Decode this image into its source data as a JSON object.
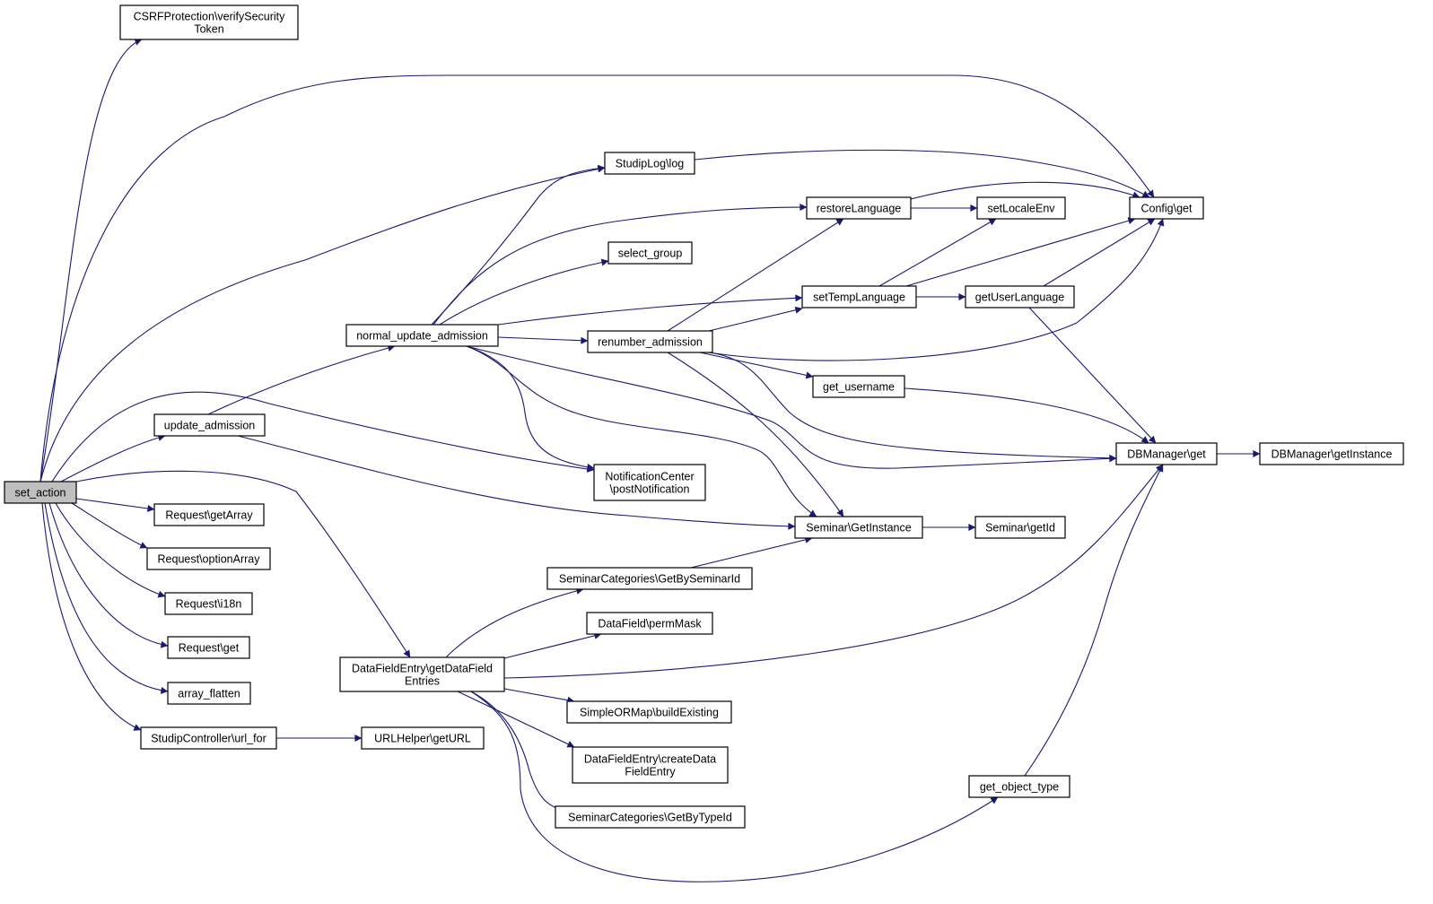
{
  "graph": {
    "nodes": [
      {
        "id": "set_action",
        "lines": [
          "set_action"
        ],
        "root": true
      },
      {
        "id": "csrf",
        "lines": [
          "CSRFProtection\\verifySecurity",
          "Token"
        ]
      },
      {
        "id": "config_get",
        "lines": [
          "Config\\get"
        ]
      },
      {
        "id": "studiplog",
        "lines": [
          "StudipLog\\log"
        ]
      },
      {
        "id": "restoreLanguage",
        "lines": [
          "restoreLanguage"
        ]
      },
      {
        "id": "setLocaleEnv",
        "lines": [
          "setLocaleEnv"
        ]
      },
      {
        "id": "select_group",
        "lines": [
          "select_group"
        ]
      },
      {
        "id": "setTempLanguage",
        "lines": [
          "setTempLanguage"
        ]
      },
      {
        "id": "getUserLanguage",
        "lines": [
          "getUserLanguage"
        ]
      },
      {
        "id": "normal_update",
        "lines": [
          "normal_update_admission"
        ]
      },
      {
        "id": "renumber",
        "lines": [
          "renumber_admission"
        ]
      },
      {
        "id": "get_username",
        "lines": [
          "get_username"
        ]
      },
      {
        "id": "update_admission",
        "lines": [
          "update_admission"
        ]
      },
      {
        "id": "dbm_get",
        "lines": [
          "DBManager\\get"
        ]
      },
      {
        "id": "dbm_getInstance",
        "lines": [
          "DBManager\\getInstance"
        ]
      },
      {
        "id": "notification",
        "lines": [
          "NotificationCenter",
          "\\postNotification"
        ]
      },
      {
        "id": "req_getArray",
        "lines": [
          "Request\\getArray"
        ]
      },
      {
        "id": "seminar_getInstance",
        "lines": [
          "Seminar\\GetInstance"
        ]
      },
      {
        "id": "seminar_getId",
        "lines": [
          "Seminar\\getId"
        ]
      },
      {
        "id": "req_optionArray",
        "lines": [
          "Request\\optionArray"
        ]
      },
      {
        "id": "semcat_bySem",
        "lines": [
          "SeminarCategories\\GetBySeminarId"
        ]
      },
      {
        "id": "req_i18n",
        "lines": [
          "Request\\i18n"
        ]
      },
      {
        "id": "datafield_perm",
        "lines": [
          "DataField\\permMask"
        ]
      },
      {
        "id": "req_get",
        "lines": [
          "Request\\get"
        ]
      },
      {
        "id": "dfe_get",
        "lines": [
          "DataFieldEntry\\getDataField",
          "Entries"
        ]
      },
      {
        "id": "array_flatten",
        "lines": [
          "array_flatten"
        ]
      },
      {
        "id": "sorm_build",
        "lines": [
          "SimpleORMap\\buildExisting"
        ]
      },
      {
        "id": "url_for",
        "lines": [
          "StudipController\\url_for"
        ]
      },
      {
        "id": "urlhelper",
        "lines": [
          "URLHelper\\getURL"
        ]
      },
      {
        "id": "dfe_create",
        "lines": [
          "DataFieldEntry\\createData",
          "FieldEntry"
        ]
      },
      {
        "id": "get_object_type",
        "lines": [
          "get_object_type"
        ]
      },
      {
        "id": "semcat_byType",
        "lines": [
          "SeminarCategories\\GetByTypeId"
        ]
      }
    ],
    "edges": [
      [
        "set_action",
        "csrf"
      ],
      [
        "set_action",
        "config_get"
      ],
      [
        "set_action",
        "studiplog"
      ],
      [
        "set_action",
        "update_admission"
      ],
      [
        "set_action",
        "notification"
      ],
      [
        "set_action",
        "req_getArray"
      ],
      [
        "set_action",
        "req_optionArray"
      ],
      [
        "set_action",
        "req_i18n"
      ],
      [
        "set_action",
        "req_get"
      ],
      [
        "set_action",
        "array_flatten"
      ],
      [
        "set_action",
        "url_for"
      ],
      [
        "set_action",
        "dfe_get"
      ],
      [
        "update_admission",
        "normal_update"
      ],
      [
        "update_admission",
        "seminar_getInstance"
      ],
      [
        "normal_update",
        "studiplog"
      ],
      [
        "normal_update",
        "restoreLanguage"
      ],
      [
        "normal_update",
        "select_group"
      ],
      [
        "normal_update",
        "setTempLanguage"
      ],
      [
        "normal_update",
        "renumber"
      ],
      [
        "normal_update",
        "notification"
      ],
      [
        "normal_update",
        "seminar_getInstance"
      ],
      [
        "normal_update",
        "dbm_get"
      ],
      [
        "renumber",
        "restoreLanguage"
      ],
      [
        "renumber",
        "setTempLanguage"
      ],
      [
        "renumber",
        "config_get"
      ],
      [
        "renumber",
        "get_username"
      ],
      [
        "renumber",
        "dbm_get"
      ],
      [
        "renumber",
        "seminar_getInstance"
      ],
      [
        "studiplog",
        "config_get"
      ],
      [
        "restoreLanguage",
        "config_get"
      ],
      [
        "restoreLanguage",
        "setLocaleEnv"
      ],
      [
        "setTempLanguage",
        "setLocaleEnv"
      ],
      [
        "setTempLanguage",
        "config_get"
      ],
      [
        "setTempLanguage",
        "getUserLanguage"
      ],
      [
        "getUserLanguage",
        "config_get"
      ],
      [
        "getUserLanguage",
        "dbm_get"
      ],
      [
        "get_username",
        "dbm_get"
      ],
      [
        "dbm_get",
        "dbm_getInstance"
      ],
      [
        "seminar_getInstance",
        "seminar_getId"
      ],
      [
        "semcat_bySem",
        "seminar_getInstance"
      ],
      [
        "dfe_get",
        "semcat_bySem"
      ],
      [
        "dfe_get",
        "datafield_perm"
      ],
      [
        "dfe_get",
        "dbm_get"
      ],
      [
        "dfe_get",
        "sorm_build"
      ],
      [
        "dfe_get",
        "dfe_create"
      ],
      [
        "dfe_get",
        "semcat_byType"
      ],
      [
        "dfe_get",
        "get_object_type"
      ],
      [
        "get_object_type",
        "dbm_get"
      ],
      [
        "url_for",
        "urlhelper"
      ]
    ]
  }
}
